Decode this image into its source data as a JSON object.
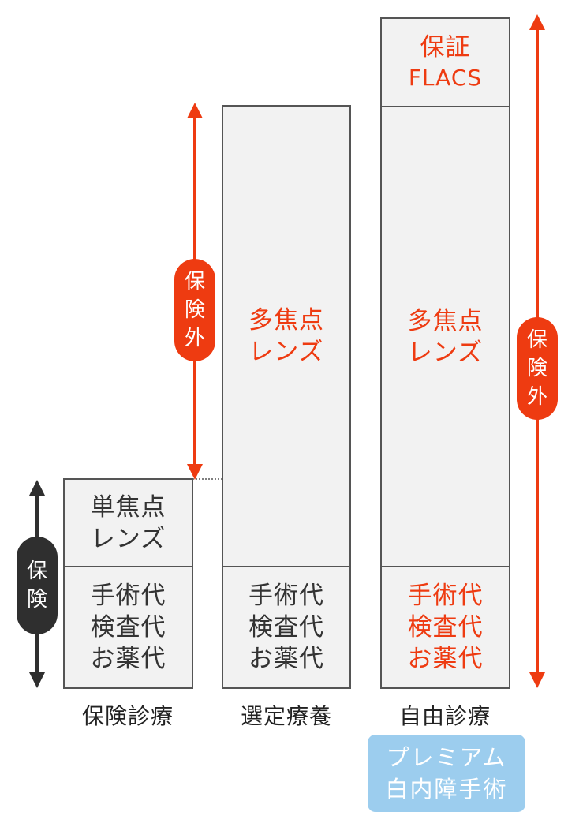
{
  "columns": [
    {
      "label": "保険診療",
      "top_lines": [
        "単焦点",
        "レンズ"
      ],
      "bottom_lines": [
        "手術代",
        "検査代",
        "お薬代"
      ]
    },
    {
      "label": "選定療養",
      "top_lines": [
        "多焦点",
        "レンズ"
      ],
      "bottom_lines": [
        "手術代",
        "検査代",
        "お薬代"
      ]
    },
    {
      "label": "自由診療",
      "extra_lines": [
        "保証",
        "FLACS"
      ],
      "top_lines": [
        "多焦点",
        "レンズ"
      ],
      "bottom_lines": [
        "手術代",
        "検査代",
        "お薬代"
      ]
    }
  ],
  "badge": {
    "lines": [
      "プレミアム",
      "白内障手術"
    ]
  },
  "pills": {
    "left": [
      "保",
      "険"
    ],
    "middle": [
      "保",
      "険",
      "外"
    ],
    "right": [
      "保",
      "険",
      "外"
    ]
  },
  "colors": {
    "accent": "#ee3b11",
    "text": "#333333",
    "box_fill": "#f2f2f2",
    "box_border": "#555555",
    "dark_pill": "#2f2f2f",
    "badge": "#9ccdee"
  }
}
